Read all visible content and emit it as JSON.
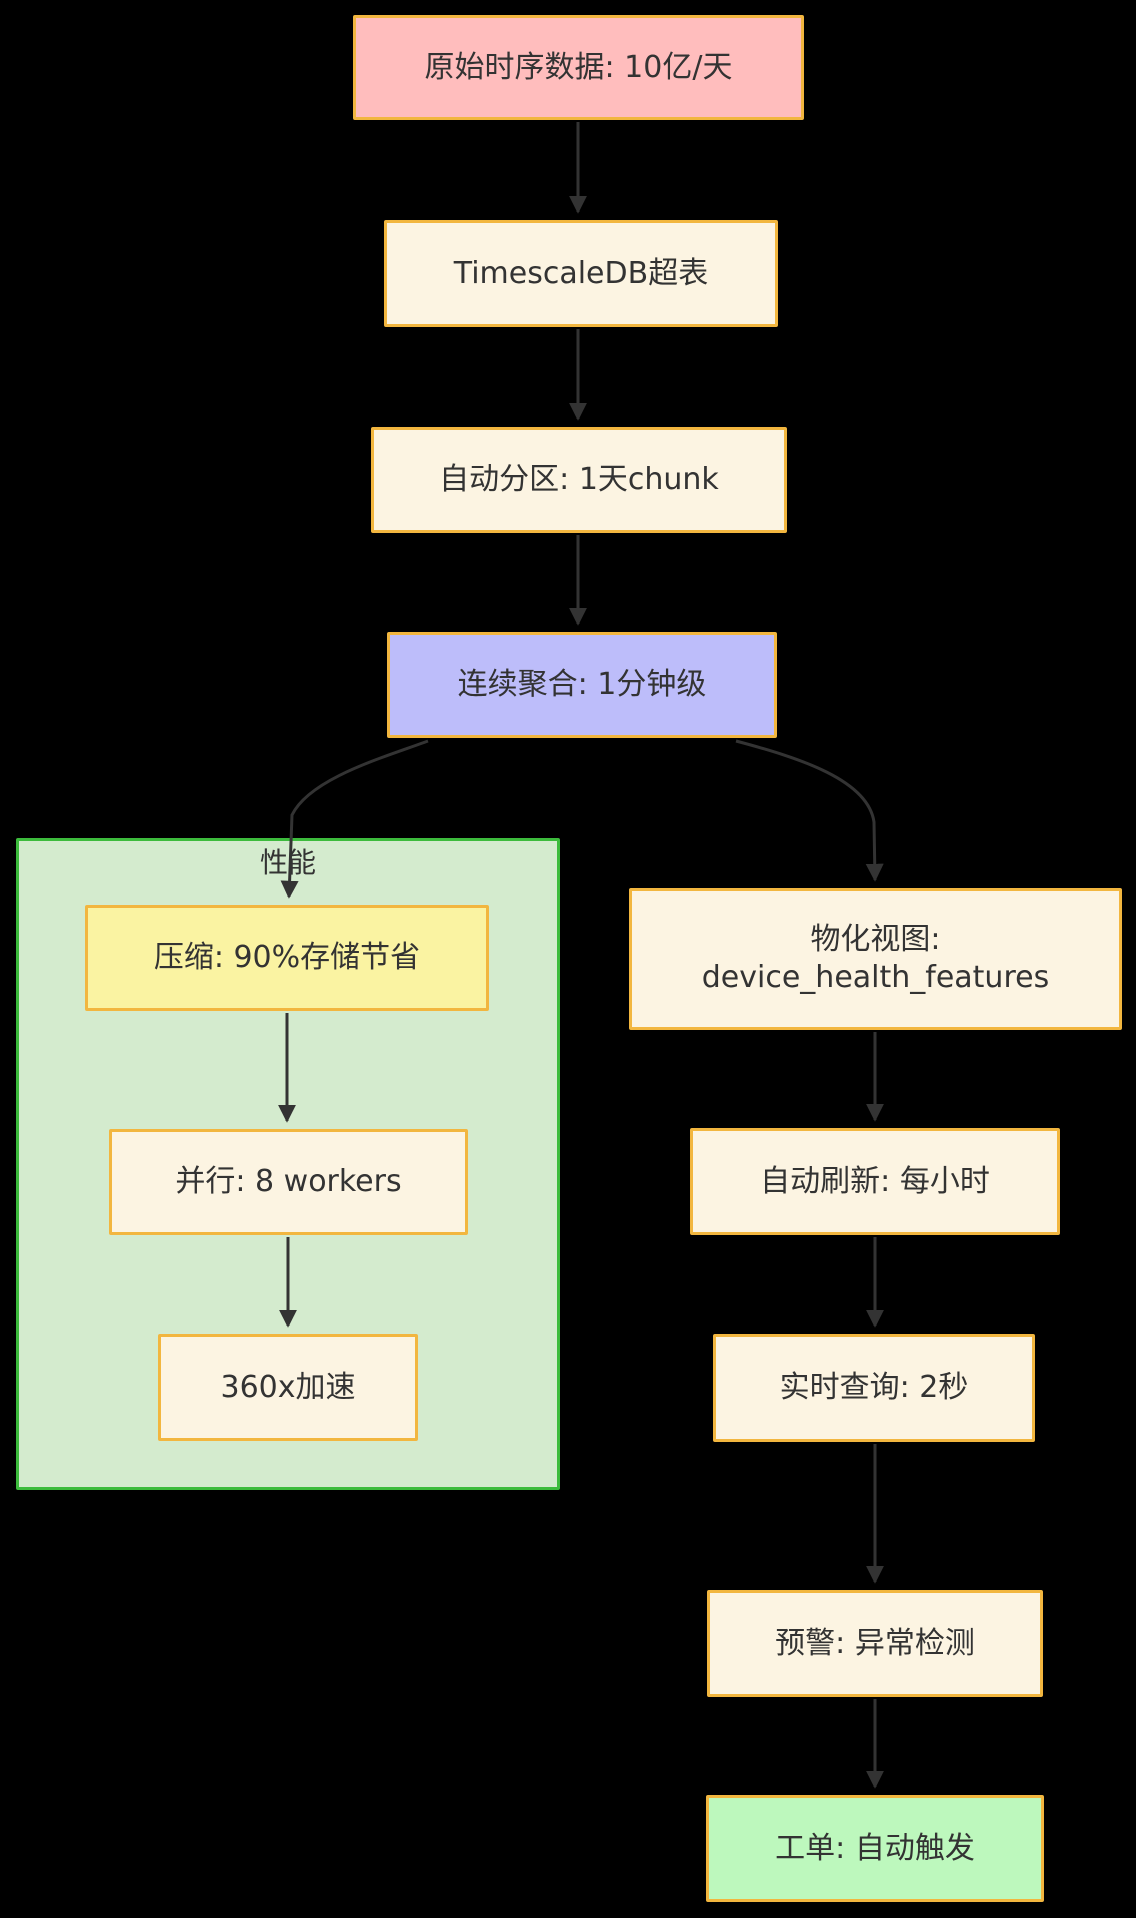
{
  "diagram": {
    "background": "#000000",
    "colors": {
      "node_border": "#F2B63F",
      "edge": "#333333",
      "text": "#333333",
      "cluster_border": "#3CBB3C",
      "cluster_fill": "#D4EBCE",
      "pink_fill": "#FFBDBD",
      "cream_fill": "#FCF4E2",
      "purple_fill": "#BDBDFA",
      "yellow_fill": "#FAF3A2",
      "green_fill": "#BDF8BD"
    },
    "cluster": {
      "label": "性能"
    },
    "nodes": {
      "raw": {
        "label": "原始时序数据: 10亿/天",
        "fill": "#FFBDBD"
      },
      "hypertable": {
        "label": "TimescaleDB超表",
        "fill": "#FCF4E2"
      },
      "partition": {
        "label": "自动分区: 1天chunk",
        "fill": "#FCF4E2"
      },
      "cagg": {
        "label": "连续聚合: 1分钟级",
        "fill": "#BDBDFA"
      },
      "compress": {
        "label": "压缩: 90%存储节省",
        "fill": "#FAF3A2"
      },
      "parallel": {
        "label": "并行: 8 workers",
        "fill": "#FCF4E2"
      },
      "speedup": {
        "label": "360x加速",
        "fill": "#FCF4E2"
      },
      "matview": {
        "label": "物化视图:\ndevice_health_features",
        "fill": "#FCF4E2"
      },
      "refresh": {
        "label": "自动刷新: 每小时",
        "fill": "#FCF4E2"
      },
      "query": {
        "label": "实时查询: 2秒",
        "fill": "#FCF4E2"
      },
      "alert": {
        "label": "预警: 异常检测",
        "fill": "#FCF4E2"
      },
      "ticket": {
        "label": "工单: 自动触发",
        "fill": "#BDF8BD"
      }
    }
  }
}
